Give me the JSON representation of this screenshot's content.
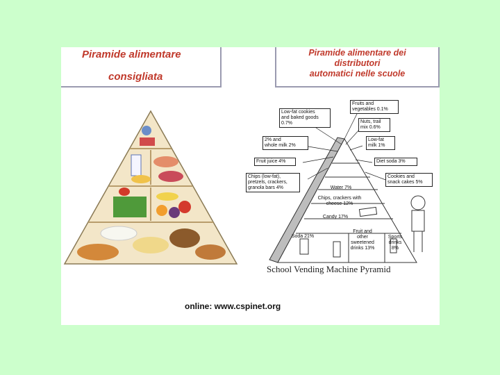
{
  "left_title": {
    "line1": "Piramide alimentare",
    "line2": "consigliata"
  },
  "right_title": {
    "line1": "Piramide alimentare dei",
    "line2": "distributori",
    "line3": "automatici nelle scuole"
  },
  "vending_pyramid": {
    "title": "School Vending Machine Pyramid",
    "callouts": {
      "fruits": [
        "Fruits and",
        "vegetables 0.1%"
      ],
      "lowfat_cookies": [
        "Low-fat cookies",
        "and baked goods",
        "0.7%"
      ],
      "nuts": [
        "Nuts, trail",
        "mix 0.6%"
      ],
      "whole_milk": [
        "2% and",
        "whole milk 2%"
      ],
      "lowfat_milk": [
        "Low-fat",
        "milk 1%"
      ],
      "fruit_juice": [
        "Fruit juice 4%"
      ],
      "diet_soda": [
        "Diet soda 3%"
      ],
      "chips": [
        "Chips (low-fat),",
        "pretzels, crackers,",
        "granola bars 4%"
      ],
      "cookies": [
        "Cookies and",
        "snack cakes 5%"
      ]
    },
    "bands": {
      "water": "Water 7%",
      "chips_cheese": [
        "Chips, crackers with",
        "cheese 12%"
      ],
      "candy": "Candy 17%",
      "soda": "Soda 21%",
      "fruit_drinks": [
        "Fruit and",
        "other",
        "sweetened",
        "drinks 13%"
      ],
      "sports_drinks": [
        "Sports",
        "drinks",
        "8%"
      ]
    }
  },
  "source": "online: www.cspinet.org",
  "colors": {
    "background": "#ccffcc",
    "title_red": "#c0392b"
  }
}
